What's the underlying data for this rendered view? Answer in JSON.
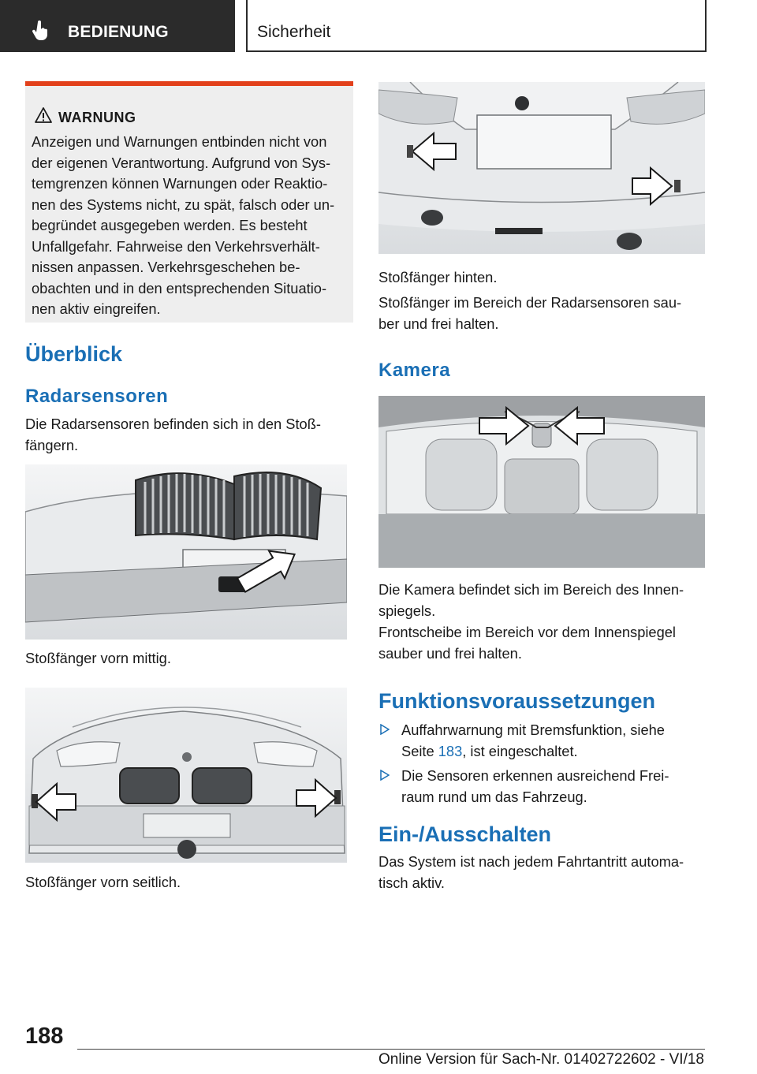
{
  "header": {
    "tab_label": "BEDIENUNG",
    "tab_icon": "hand-pointer-icon",
    "section_label": "Sicherheit"
  },
  "warning": {
    "title": "WARNUNG",
    "icon": "warning-triangle-icon",
    "lines": [
      "Anzeigen und Warnungen entbinden nicht von",
      "der eigenen Verantwortung. Aufgrund von Sys-",
      "temgrenzen können Warnungen oder Reaktio-",
      "nen des Systems nicht, zu spät, falsch oder un-",
      "begründet ausgegeben werden. Es besteht",
      "Unfallgefahr. Fahrweise den Verkehrsverhält-",
      "nissen anpassen. Verkehrsgeschehen be-",
      "obachten und in den entsprechenden Situatio-",
      "nen aktiv eingreifen."
    ]
  },
  "left": {
    "heading": "Überblick",
    "subheading": "Radarsensoren",
    "intro_lines": [
      "Die Radarsensoren befinden sich in den Stoß-",
      "fängern."
    ],
    "caption_front_center": "Stoßfänger vorn mittig.",
    "caption_front_side": "Stoßfänger vorn seitlich."
  },
  "right": {
    "caption_rear": "Stoßfänger hinten.",
    "rear_note_lines": [
      "Stoßfänger im Bereich der Radarsensoren sau-",
      "ber und frei halten."
    ],
    "camera_heading": "Kamera",
    "camera_lines_1": [
      "Die Kamera befindet sich im Bereich des Innen-",
      "spiegels."
    ],
    "camera_lines_2": [
      "Frontscheibe im Bereich vor dem Innenspiegel",
      "sauber und frei halten."
    ],
    "req_heading": "Funktionsvoraussetzungen",
    "bullet1_a": "Auffahrwarnung mit Bremsfunktion, siehe",
    "bullet1_b_pre": "Seite ",
    "bullet1_link": "183",
    "bullet1_b_post": ", ist eingeschaltet.",
    "bullet2_lines": [
      "Die Sensoren erkennen ausreichend Frei-",
      "raum rund um das Fahrzeug."
    ],
    "onoff_heading": "Ein-/Ausschalten",
    "onoff_lines": [
      "Das System ist nach jedem Fahrtantritt automa-",
      "tisch aktiv."
    ]
  },
  "footer": {
    "page_number": "188",
    "text": "Online Version für Sach-Nr. 01402722602 - VI/18"
  }
}
